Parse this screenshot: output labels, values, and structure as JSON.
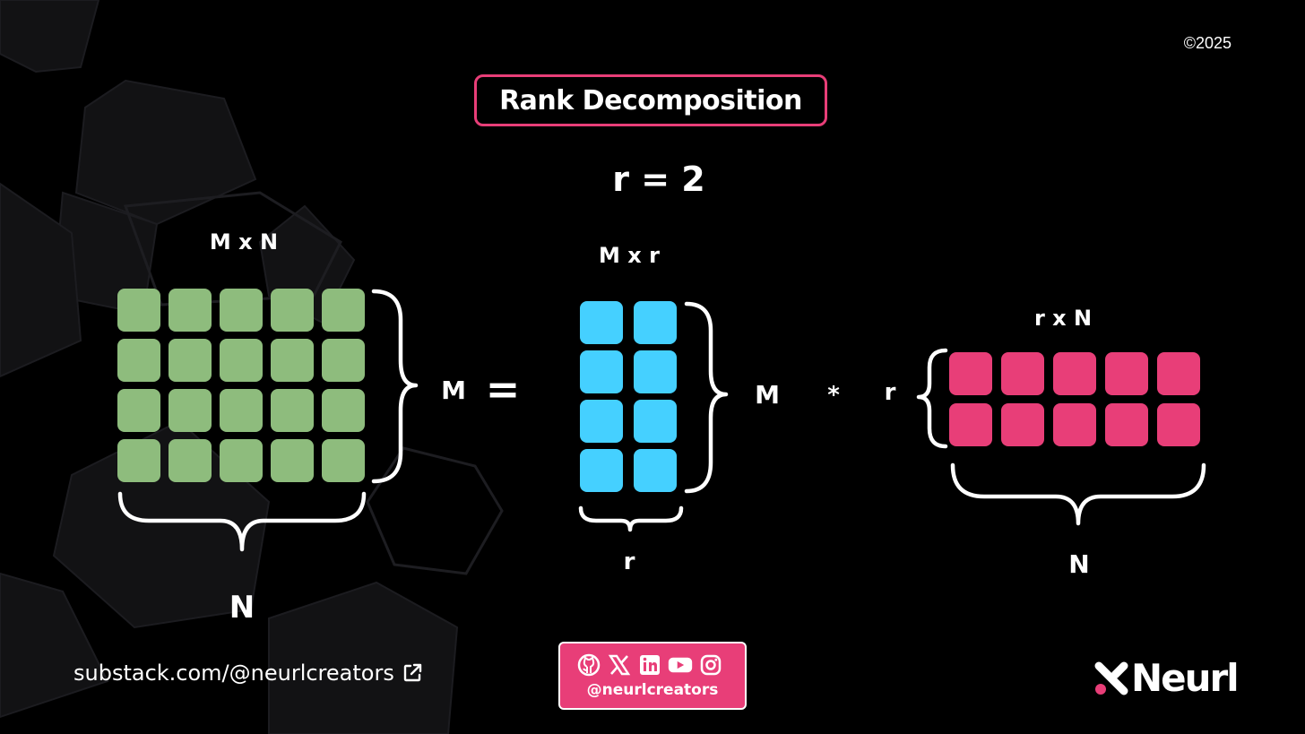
{
  "copyright": "©2025",
  "title": "Rank Decomposition",
  "rank_expr": "r = 2",
  "matrix_m": {
    "label": "M x N",
    "rows": 4,
    "cols": 5,
    "side_label": "M",
    "bottom_label": "N",
    "color": "#8ebc7d"
  },
  "equals_sign": "=",
  "matrix_a": {
    "label": "M x r",
    "rows": 4,
    "cols": 2,
    "side_label": "M",
    "bottom_label": "r",
    "color": "#45d0ff"
  },
  "multiply_sign": "*",
  "matrix_b": {
    "label": "r x N",
    "rows": 2,
    "cols": 5,
    "side_label": "r",
    "bottom_label": "N",
    "color": "#e83e78"
  },
  "footer": {
    "substack_link": "substack.com/@neurlcreators",
    "social_handle": "@neurlcreators",
    "social_icons": [
      "github-icon",
      "x-icon",
      "linkedin-icon",
      "youtube-icon",
      "instagram-icon"
    ],
    "logo_text": "Neurl",
    "accent_color": "#e83e78"
  }
}
